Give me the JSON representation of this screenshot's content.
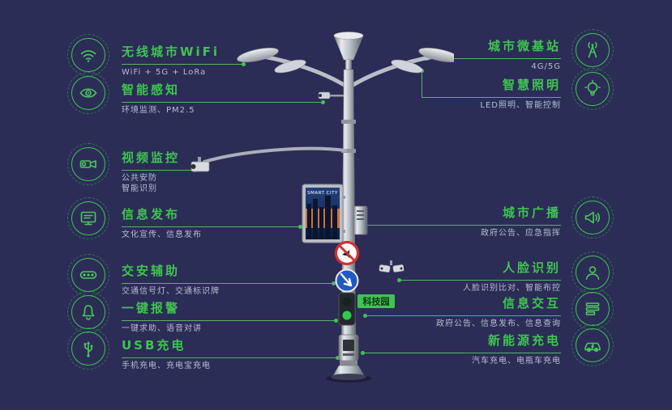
{
  "colors": {
    "background": "#2b2d56",
    "accent": "#3fc351",
    "pole_gray": "#b9bfc7"
  },
  "pole": {
    "tag": "科技园",
    "screen_title": "SMART CITY"
  },
  "left_features": [
    {
      "icon": "wifi-icon",
      "title": "无线城市WiFi",
      "subtitle": "WiFi + 5G + LoRa"
    },
    {
      "icon": "sensor-icon",
      "title": "智能感知",
      "subtitle": "环境监测、PM2.5"
    },
    {
      "icon": "cctv-icon",
      "title": "视频监控",
      "subtitle": "公共安防\n智能识别"
    },
    {
      "icon": "screen-icon",
      "title": "信息发布",
      "subtitle": "文化宣传、信息发布"
    },
    {
      "icon": "traffic-light-icon",
      "title": "交安辅助",
      "subtitle": "交通信号灯、交通标识牌"
    },
    {
      "icon": "alarm-icon",
      "title": "一键报警",
      "subtitle": "一键求助、语音对讲"
    },
    {
      "icon": "usb-icon",
      "title": "USB充电",
      "subtitle": "手机充电、充电宝充电"
    }
  ],
  "right_features": [
    {
      "icon": "antenna-icon",
      "title": "城市微基站",
      "subtitle": "4G/5G"
    },
    {
      "icon": "bulb-icon",
      "title": "智慧照明",
      "subtitle": "LED照明、智能控制"
    },
    {
      "icon": "speaker-icon",
      "title": "城市广播",
      "subtitle": "政府公告、应急指挥"
    },
    {
      "icon": "face-icon",
      "title": "人脸识别",
      "subtitle": "人脸识别比对、智能布控"
    },
    {
      "icon": "info-icon",
      "title": "信息交互",
      "subtitle": "政府公告、信息发布、信息查询"
    },
    {
      "icon": "ev-icon",
      "title": "新能源充电",
      "subtitle": "汽车充电、电瓶车充电"
    }
  ]
}
